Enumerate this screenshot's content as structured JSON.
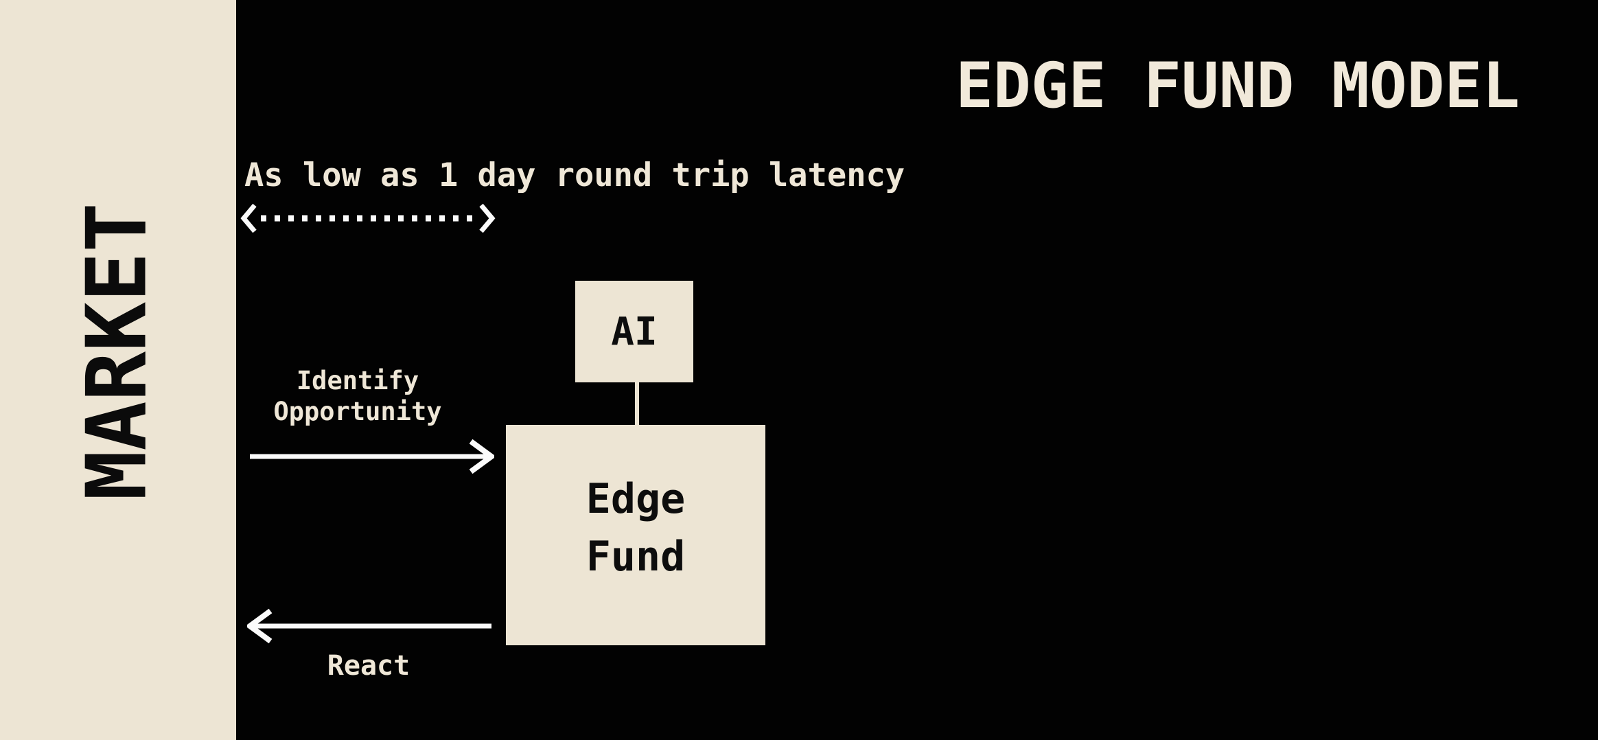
{
  "title": "EDGE FUND MODEL",
  "sidebar": {
    "label": "MARKET"
  },
  "latency": {
    "caption": "As low as 1 day round trip latency"
  },
  "flows": {
    "identify": {
      "line1": "Identify",
      "line2": "Opportunity"
    },
    "react": {
      "label": "React"
    }
  },
  "nodes": {
    "ai": {
      "label": "AI"
    },
    "edge_fund": {
      "line1": "Edge",
      "line2": "Fund"
    }
  },
  "colors": {
    "background": "#020202",
    "cream": "#EDE5D4",
    "ink": "#0B0B0B",
    "light_text": "#EFE7D7",
    "arrow_white": "#FBFBFB"
  }
}
